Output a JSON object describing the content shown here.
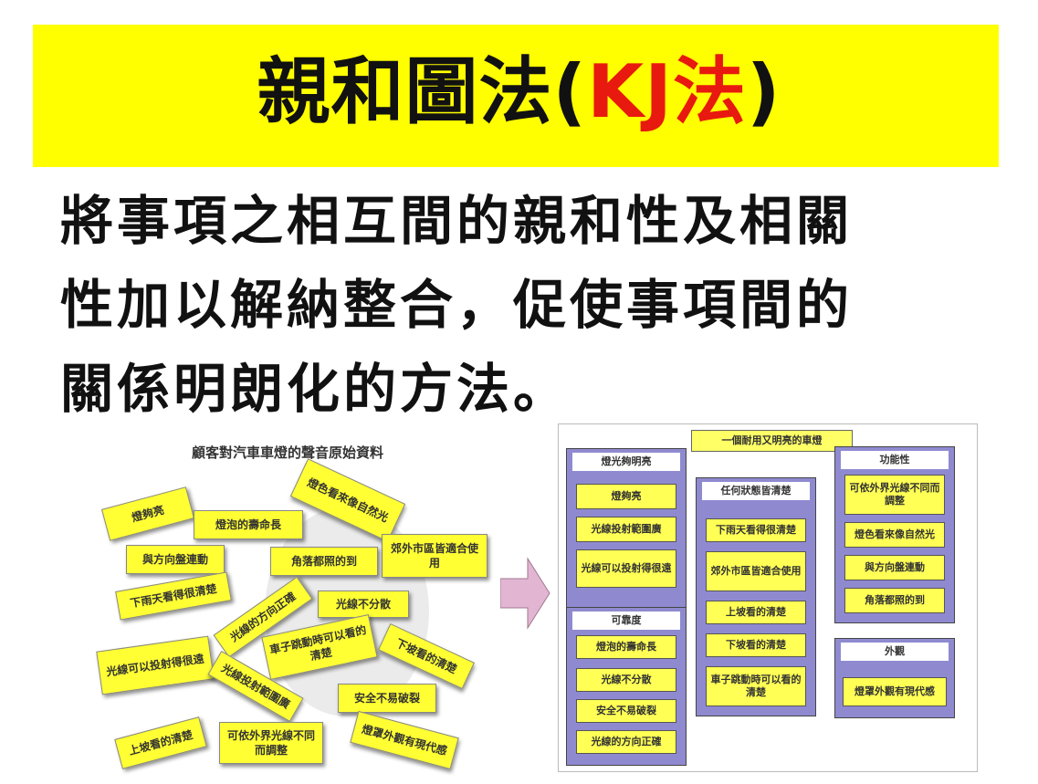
{
  "title": {
    "main": "親和圖法(",
    "accent": "KJ法",
    "close": ")"
  },
  "description": [
    "將事項之相互間的親和性及相關",
    "性加以解納整合，促使事項間的",
    "關係明朗化的方法。"
  ],
  "left_diagram": {
    "title": "顧客對汽車車燈的聲音原始資料",
    "cards": [
      "燈夠亮",
      "燈色看來像自然光",
      "燈泡的壽命長",
      "郊外市區皆適合使用",
      "與方向盤連動",
      "角落都照的到",
      "下雨天看得很清楚",
      "光線的方向正確",
      "光線不分散",
      "車子跳動時可以看的清楚",
      "光線可以投射得很遠",
      "下坡看的清楚",
      "光線投射範圍廣",
      "安全不易破裂",
      "上坡看的清楚",
      "可依外界光線不同而調整",
      "燈罩外觀有現代感"
    ]
  },
  "right_diagram": {
    "title": "一個耐用又明亮的車燈",
    "groups": [
      {
        "label": "燈光夠明亮",
        "items": [
          "燈夠亮",
          "光線投射範圍廣",
          "光線可以投射得很遠"
        ]
      },
      {
        "label": "可靠度",
        "items": [
          "燈泡的壽命長",
          "光線不分散",
          "安全不易破裂",
          "光線的方向正確"
        ]
      },
      {
        "label": "任何狀態皆清楚",
        "items": [
          "下雨天看得很清楚",
          "郊外市區皆適合使用",
          "上坡看的清楚",
          "下坡看的清楚",
          "車子跳動時可以看的清楚"
        ]
      },
      {
        "label": "功能性",
        "items": [
          "可依外界光線不同而調整",
          "燈色看來像自然光",
          "與方向盤連動",
          "角落都照的到"
        ]
      },
      {
        "label": "外觀",
        "items": [
          "燈罩外觀有現代感"
        ]
      }
    ]
  },
  "colors": {
    "title_band": "#ffff00",
    "accent": "#e8190f",
    "card": "#ffff33",
    "group": "#8f8ad0",
    "arrow": "#e2b6d2"
  }
}
